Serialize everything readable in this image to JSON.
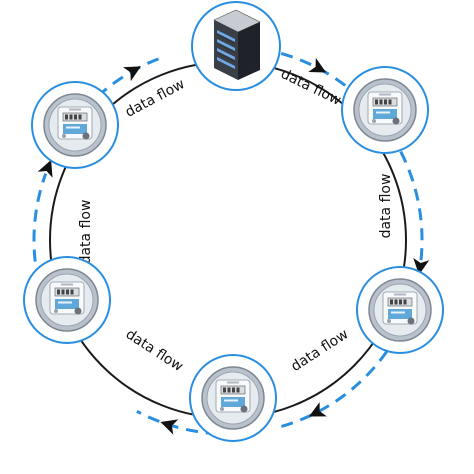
{
  "colors": {
    "ring": "#1a1a1a",
    "dashed": "#2a8ee0",
    "node_border": "#2a8ee0",
    "arrow": "#111111"
  },
  "nodes": [
    {
      "id": "server",
      "icon": "server-rack-icon"
    },
    {
      "id": "meter-right-top",
      "icon": "electric-meter-icon"
    },
    {
      "id": "meter-right-bottom",
      "icon": "electric-meter-icon"
    },
    {
      "id": "meter-bottom",
      "icon": "electric-meter-icon"
    },
    {
      "id": "meter-left-bottom",
      "icon": "electric-meter-icon"
    },
    {
      "id": "meter-left-top",
      "icon": "electric-meter-icon"
    }
  ],
  "edges": [
    {
      "label": "data flow"
    },
    {
      "label": "data flow"
    },
    {
      "label": "data flow"
    },
    {
      "label": "data flow"
    },
    {
      "label": "data flow"
    }
  ]
}
